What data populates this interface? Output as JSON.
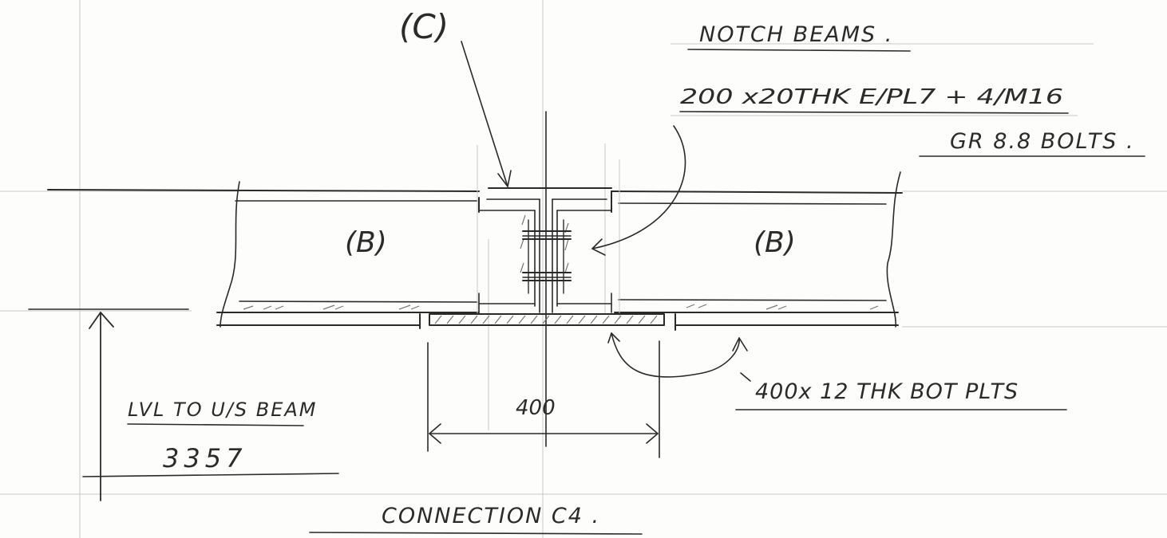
{
  "labels": {
    "member_c": "(C)",
    "member_b_left": "(B)",
    "member_b_right": "(B)",
    "notch_title": "NOTCH BEAMS .",
    "end_plate_spec": "200 x20THK E/PL7 + 4/M16",
    "bolt_grade": "GR 8.8 BOLTS .",
    "bottom_plate_spec": "400x 12 THK BOT PLTS",
    "level_label": "LVL TO U/S BEAM",
    "level_value": "3357",
    "dimension": "400",
    "title": "CONNECTION  C4 ."
  }
}
